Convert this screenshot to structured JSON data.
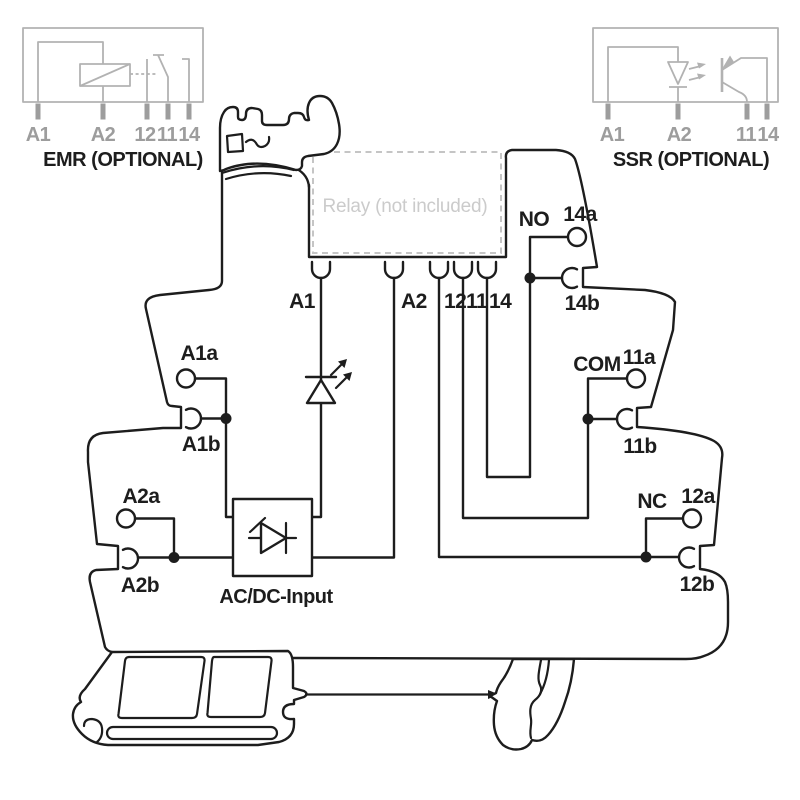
{
  "modules": {
    "emr": {
      "title": "EMR (OPTIONAL)",
      "terminals": [
        "A1",
        "A2",
        "12",
        "11",
        "14"
      ]
    },
    "ssr": {
      "title": "SSR (OPTIONAL)",
      "terminals": [
        "A1",
        "A2",
        "11",
        "14"
      ]
    }
  },
  "socket": {
    "relay_placeholder": "Relay (not included)",
    "pins": [
      "A1",
      "A2",
      "12",
      "11",
      "14"
    ],
    "input_label": "AC/DC-Input",
    "left_terminals": {
      "a1a": "A1a",
      "a1b": "A1b",
      "a2a": "A2a",
      "a2b": "A2b"
    },
    "right_terminals": {
      "no": "NO",
      "n14a": "14a",
      "n14b": "14b",
      "com": "COM",
      "n11a": "11a",
      "n11b": "11b",
      "nc": "NC",
      "n12a": "12a",
      "n12b": "12b"
    }
  },
  "colors": {
    "line": "#1d1d1d",
    "module_line": "#b2b2b2",
    "module_text": "#9d9d9d",
    "pad": "#9d9d9d",
    "relay_dash": "#c5c5c5",
    "relay_text": "#cbcbcb"
  }
}
